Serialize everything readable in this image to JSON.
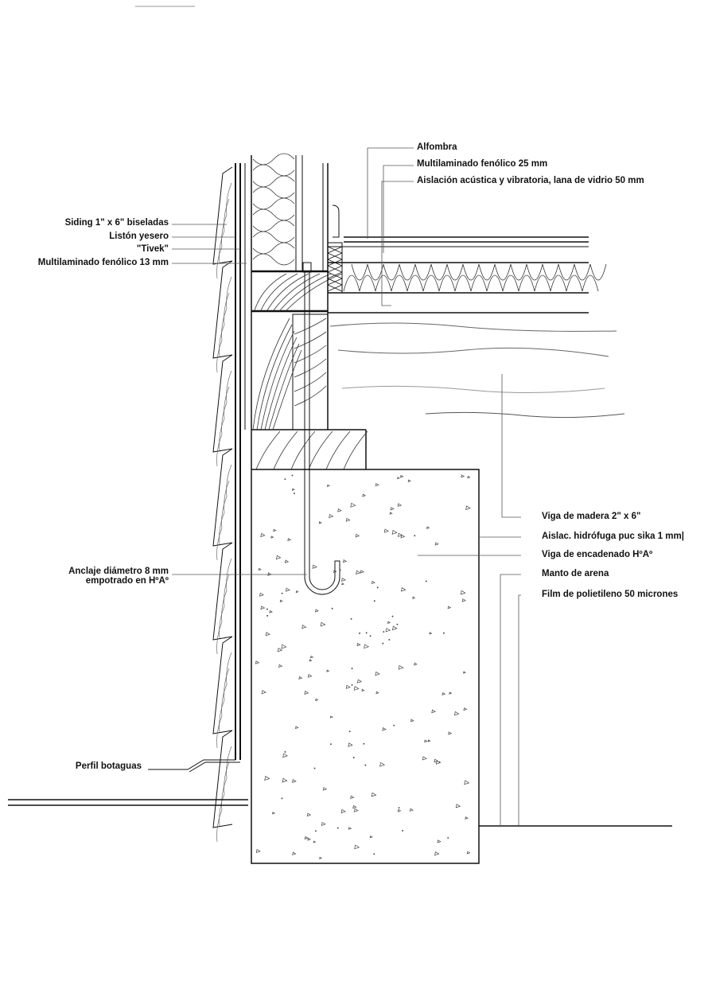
{
  "labels_top_right": [
    "Alfombra",
    "Multilaminado fenólico 25 mm",
    "Aislación acústica y vibratoria, lana de vidrio 50 mm"
  ],
  "labels_left": [
    "Siding 1\" x 6\" biseladas",
    "Listón yesero",
    "\"Tivek\"",
    "Multilaminado fenólico 13 mm"
  ],
  "anchor_label": {
    "line1": "Anclaje diámetro 8 mm",
    "line2": "empotrado en HºAº"
  },
  "flashing_label": "Perfil botaguas",
  "labels_right": [
    "Viga de madera 2\" x 6\"",
    "Aislac. hidrófuga puc sika 1 mm|",
    "Viga de encadenado HºAº",
    "Manto de arena",
    "Film de polietileno 50 micrones"
  ]
}
